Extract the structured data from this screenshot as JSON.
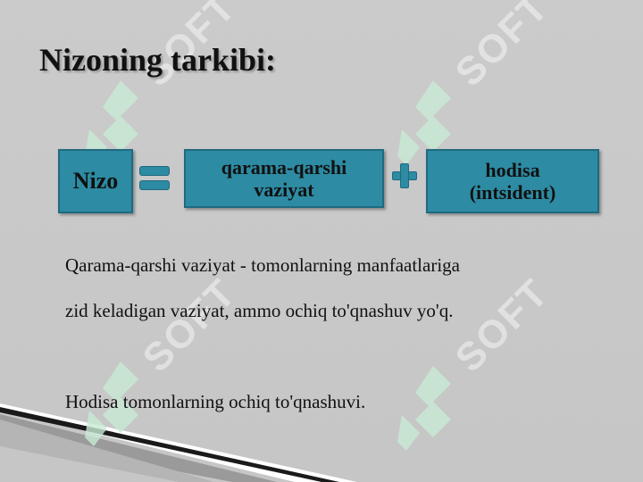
{
  "slide": {
    "title": "Nizoning tarkibi:",
    "formula": {
      "term1": "Nizo",
      "term2_line1": "qarama-qarshi",
      "term2_line2": "vaziyat",
      "term3_line1": "hodisa",
      "term3_line2": "(intsident)"
    },
    "definition_line1": "Qarama-qarshi vaziyat - tomonlarning manfaatlariga",
    "definition_line2": "zid keladigan vaziyat, ammo ochiq to'qnashuv yo'q.",
    "definition2": "Hodisa tomonlarning ochiq to'qnashuvi.",
    "watermark_text": "SOFT"
  },
  "colors": {
    "background": "#c9c9c9",
    "box_fill": "#2d8ba3",
    "box_border": "#1f6a7f",
    "watermark": "#c8ead4"
  }
}
